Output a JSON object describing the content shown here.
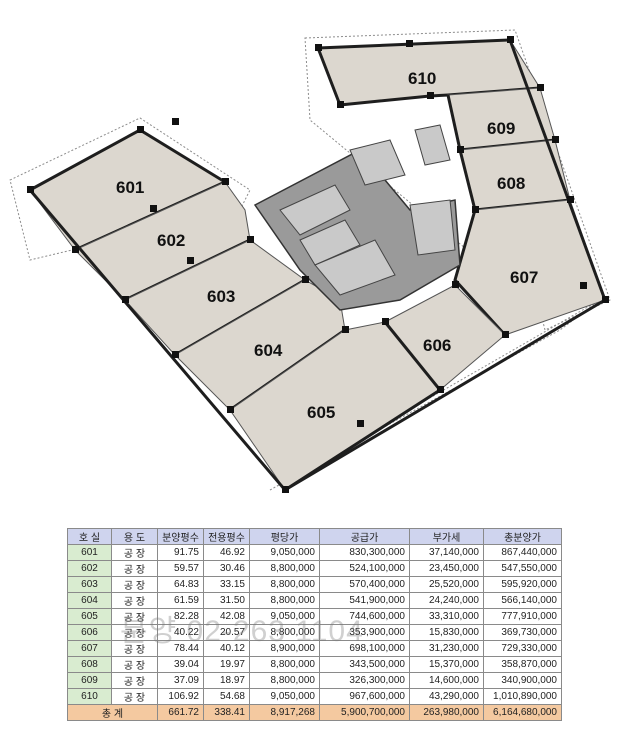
{
  "plan": {
    "units": [
      "610",
      "609",
      "608",
      "601",
      "602",
      "603",
      "607",
      "606",
      "604",
      "605"
    ]
  },
  "table": {
    "headers": [
      "호 실",
      "용 도",
      "분양평수",
      "전용평수",
      "평당가",
      "공급가",
      "부가세",
      "총분양가"
    ],
    "rows": [
      [
        "601",
        "공 장",
        "91.75",
        "46.92",
        "9,050,000",
        "830,300,000",
        "37,140,000",
        "867,440,000"
      ],
      [
        "602",
        "공 장",
        "59.57",
        "30.46",
        "8,800,000",
        "524,100,000",
        "23,450,000",
        "547,550,000"
      ],
      [
        "603",
        "공 장",
        "64.83",
        "33.15",
        "8,800,000",
        "570,400,000",
        "25,520,000",
        "595,920,000"
      ],
      [
        "604",
        "공 장",
        "61.59",
        "31.50",
        "8,800,000",
        "541,900,000",
        "24,240,000",
        "566,140,000"
      ],
      [
        "605",
        "공 장",
        "82.28",
        "42.08",
        "9,050,000",
        "744,600,000",
        "33,310,000",
        "777,910,000"
      ],
      [
        "606",
        "공 장",
        "40.22",
        "20.57",
        "8,800,000",
        "353,900,000",
        "15,830,000",
        "369,730,000"
      ],
      [
        "607",
        "공 장",
        "78.44",
        "40.12",
        "8,900,000",
        "698,100,000",
        "31,230,000",
        "729,330,000"
      ],
      [
        "608",
        "공 장",
        "39.04",
        "19.97",
        "8,800,000",
        "343,500,000",
        "15,370,000",
        "358,870,000"
      ],
      [
        "609",
        "공 장",
        "37.09",
        "18.97",
        "8,800,000",
        "326,300,000",
        "14,600,000",
        "340,900,000"
      ],
      [
        "610",
        "공 장",
        "106.92",
        "54.68",
        "9,050,000",
        "967,600,000",
        "43,290,000",
        "1,010,890,000"
      ]
    ],
    "total": [
      "총  계",
      "661.72",
      "338.41",
      "8,917,268",
      "5,900,700,000",
      "263,980,000",
      "6,164,680,000"
    ]
  },
  "watermark": "분양 02-263 1104"
}
